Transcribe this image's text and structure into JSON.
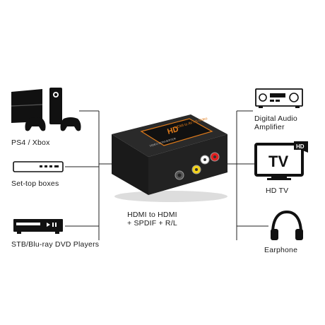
{
  "left_devices": [
    {
      "label": "PS4 / Xbox",
      "icon": "game-consoles-icon"
    },
    {
      "label": "Set-top boxes",
      "icon": "set-top-box-icon"
    },
    {
      "label": "STB/Blu-ray DVD Players",
      "icon": "dvd-player-icon"
    }
  ],
  "right_devices": [
    {
      "label_line1": "Digital Audio",
      "label_line2": "Amplifier",
      "icon": "audio-amplifier-icon"
    },
    {
      "label": "HD TV",
      "icon": "tv-icon",
      "icon_text": "TV",
      "badge": "HD"
    },
    {
      "label": "Earphone",
      "icon": "headphones-icon"
    }
  ],
  "converter": {
    "label_line1": "HDMI to HDMI",
    "label_line2": "+ SPDIF + R/L",
    "top_logo": "HD",
    "top_title": "HDMI to AV / S-Video",
    "top_subtitle": "VIDEO CONVERTER"
  },
  "colors": {
    "wire": "#222222",
    "device": "#111111",
    "label_bg": "#ffffff",
    "converter_body": "#1e1e1e",
    "converter_accent": "#e07b1a"
  }
}
